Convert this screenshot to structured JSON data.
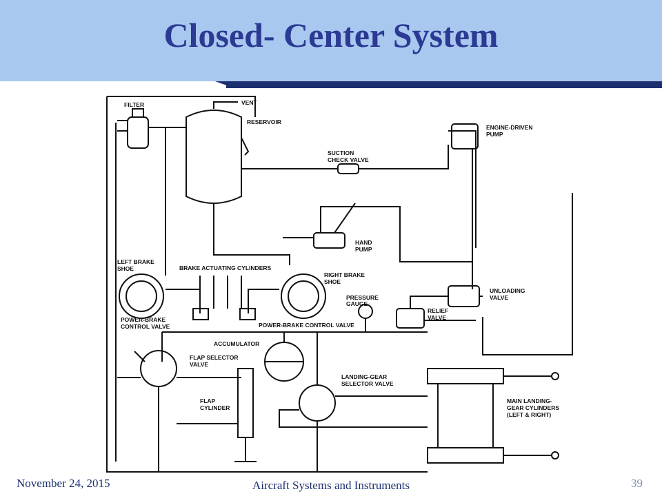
{
  "slide": {
    "title": "Closed- Center System",
    "footer_date": "November 24, 2015",
    "footer_title": "Aircraft Systems and Instruments",
    "page_number": "39"
  },
  "diagram": {
    "labels": {
      "filter": "FILTER",
      "vent": "VENT",
      "reservoir": "RESERVOIR",
      "engine_pump_1": "ENGINE-DRIVEN",
      "engine_pump_2": "PUMP",
      "suction_1": "SUCTION",
      "suction_2": "CHECK VALVE",
      "hand_pump_1": "HAND",
      "hand_pump_2": "PUMP",
      "left_brake_1": "LEFT BRAKE",
      "left_brake_2": "SHOE",
      "brake_cyl": "BRAKE ACTUATING CYLINDERS",
      "right_brake_1": "RIGHT BRAKE",
      "right_brake_2": "SHOE",
      "unloading_1": "UNLOADING",
      "unloading_2": "VALVE",
      "pressure_1": "PRESSURE",
      "pressure_2": "GAUGE",
      "relief_1": "RELIEF",
      "relief_2": "VALVE",
      "pb_left_1": "POWER-BRAKE",
      "pb_left_2": "CONTROL VALVE",
      "pb_right": "POWER-BRAKE CONTROL VALVE",
      "accumulator": "ACCUMULATOR",
      "flap_sel_1": "FLAP SELECTOR",
      "flap_sel_2": "VALVE",
      "flap_cyl_1": "FLAP",
      "flap_cyl_2": "CYLINDER",
      "lg_sel_1": "LANDING-GEAR",
      "lg_sel_2": "SELECTOR VALVE",
      "main_lg_1": "MAIN LANDING-",
      "main_lg_2": "GEAR CYLINDERS",
      "main_lg_3": "(LEFT & RIGHT)"
    }
  }
}
